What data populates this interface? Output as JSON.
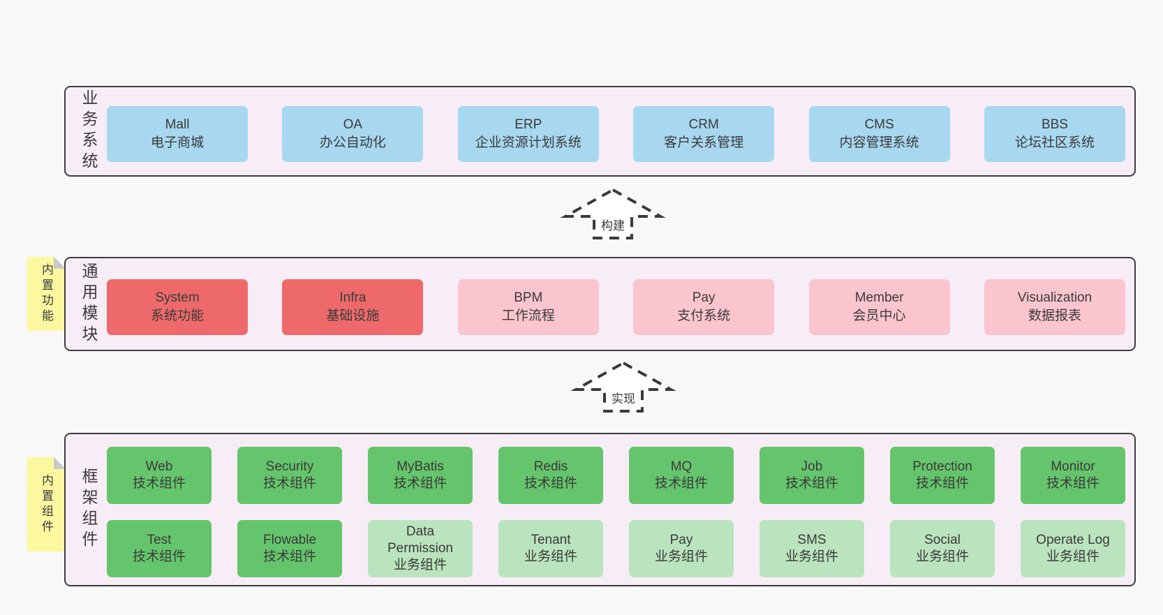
{
  "colors": {
    "page_background": "#f8f8f8",
    "band_background": "#f7edf6",
    "band_border": "#3d3d3d",
    "box_blue": "#a8d8f0",
    "box_red": "#ee6a6a",
    "box_pink": "#fac5ce",
    "box_green": "#65c56c",
    "box_green_light": "#bae4bd",
    "note_yellow": "#fbf8a0",
    "note_fold_gray": "#c9c9c9",
    "text": "#3a3a3a"
  },
  "arrows": [
    {
      "label": "构建"
    },
    {
      "label": "实现"
    }
  ],
  "bands": [
    {
      "label": "业务系统",
      "boxes": [
        {
          "name": "Mall",
          "desc": "电子商城",
          "variant": "blue"
        },
        {
          "name": "OA",
          "desc": "办公自动化",
          "variant": "blue"
        },
        {
          "name": "ERP",
          "desc": "企业资源计划系统",
          "variant": "blue"
        },
        {
          "name": "CRM",
          "desc": "客户关系管理",
          "variant": "blue"
        },
        {
          "name": "CMS",
          "desc": "内容管理系统",
          "variant": "blue"
        },
        {
          "name": "BBS",
          "desc": "论坛社区系统",
          "variant": "blue"
        }
      ]
    },
    {
      "label": "通用模块",
      "note": "内置功能",
      "boxes": [
        {
          "name": "System",
          "desc": "系统功能",
          "variant": "red"
        },
        {
          "name": "Infra",
          "desc": "基础设施",
          "variant": "red"
        },
        {
          "name": "BPM",
          "desc": "工作流程",
          "variant": "pink"
        },
        {
          "name": "Pay",
          "desc": "支付系统",
          "variant": "pink"
        },
        {
          "name": "Member",
          "desc": "会员中心",
          "variant": "pink"
        },
        {
          "name": "Visualization",
          "desc": "数据报表",
          "variant": "pink"
        }
      ]
    },
    {
      "label": "框架组件",
      "note": "内置组件",
      "rows": [
        [
          {
            "name": "Web",
            "desc": "技术组件",
            "variant": "green"
          },
          {
            "name": "Security",
            "desc": "技术组件",
            "variant": "green"
          },
          {
            "name": "MyBatis",
            "desc": "技术组件",
            "variant": "green"
          },
          {
            "name": "Redis",
            "desc": "技术组件",
            "variant": "green"
          },
          {
            "name": "MQ",
            "desc": "技术组件",
            "variant": "green"
          },
          {
            "name": "Job",
            "desc": "技术组件",
            "variant": "green"
          },
          {
            "name": "Protection",
            "desc": "技术组件",
            "variant": "green"
          },
          {
            "name": "Monitor",
            "desc": "技术组件",
            "variant": "green"
          }
        ],
        [
          {
            "name": "Test",
            "desc": "技术组件",
            "variant": "green"
          },
          {
            "name": "Flowable",
            "desc": "技术组件",
            "variant": "green"
          },
          {
            "name": "Data Permission",
            "desc": "业务组件",
            "variant": "green-light"
          },
          {
            "name": "Tenant",
            "desc": "业务组件",
            "variant": "green-light"
          },
          {
            "name": "Pay",
            "desc": "业务组件",
            "variant": "green-light"
          },
          {
            "name": "SMS",
            "desc": "业务组件",
            "variant": "green-light"
          },
          {
            "name": "Social",
            "desc": "业务组件",
            "variant": "green-light"
          },
          {
            "name": "Operate Log",
            "desc": "业务组件",
            "variant": "green-light"
          }
        ]
      ]
    }
  ]
}
